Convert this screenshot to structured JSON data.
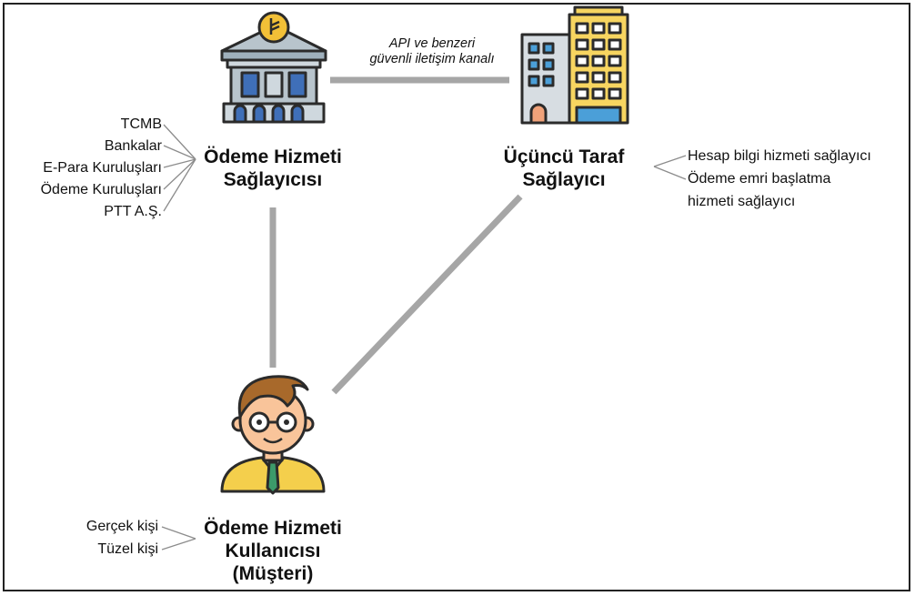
{
  "provider": {
    "title_line1": "Ödeme Hizmeti",
    "title_line2": "Sağlayıcısı",
    "examples": [
      "TCMB",
      "Bankalar",
      "E-Para Kuruluşları",
      "Ödeme Kuruluşları",
      "PTT A.Ş."
    ],
    "icon": "bank-building-icon"
  },
  "third_party": {
    "title_line1": "Üçüncü Taraf",
    "title_line2": "Sağlayıcı",
    "examples": [
      "Hesap bilgi hizmeti sağlayıcı",
      "Ödeme emri başlatma",
      "hizmeti sağlayıcı"
    ],
    "icon": "office-building-icon"
  },
  "user": {
    "title_line1": "Ödeme Hizmeti",
    "title_line2": "Kullanıcısı",
    "title_line3": "(Müşteri)",
    "examples": [
      "Gerçek kişi",
      "Tüzel kişi"
    ],
    "icon": "person-icon"
  },
  "connection": {
    "label_line1": "API ve benzeri",
    "label_line2": "güvenli iletişim kanalı"
  },
  "colors": {
    "line": "#a6a6a6",
    "bracket": "#8c8c8c",
    "bank_body": "#b8c4cc",
    "bank_window": "#3f6fb8",
    "coin": "#f2c037",
    "building_yellow": "#f7d560",
    "building_blue": "#4b9fd8",
    "skin": "#f9c49a",
    "hair": "#a8692b",
    "sweater": "#f4cf4c"
  }
}
